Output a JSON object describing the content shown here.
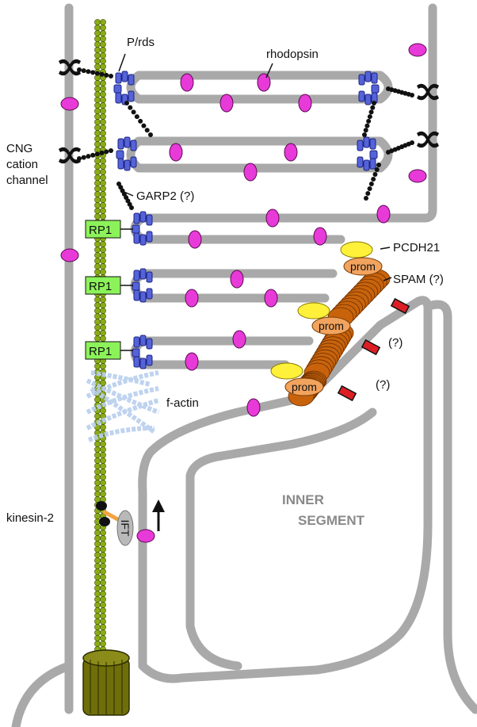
{
  "labels": {
    "prds": "P/rds",
    "rhodopsin": "rhodopsin",
    "cng1": "CNG",
    "cng2": "cation",
    "cng3": "channel",
    "garp2": "GARP2 (?)",
    "rp1": "RP1",
    "pcdh21": "PCDH21",
    "prom": "prom",
    "spam": "SPAM (?)",
    "q1": "(?)",
    "q2": "(?)",
    "factin": "f-actin",
    "kinesin": "kinesin-2",
    "ift": "IFT",
    "inner1": "INNER",
    "inner2": "SEGMENT"
  },
  "colors": {
    "membrane": "#a9a9a9",
    "rhodopsin": "#e83ad8",
    "prds": "#5563d9",
    "rp1": "#8cf25a",
    "axoneme": "#8aab18",
    "pcdh21": "#fff13a",
    "prom": "#f2a35e",
    "spam": "#c8630c",
    "red_marker": "#dd1f24",
    "actin": "#b9cfee"
  }
}
